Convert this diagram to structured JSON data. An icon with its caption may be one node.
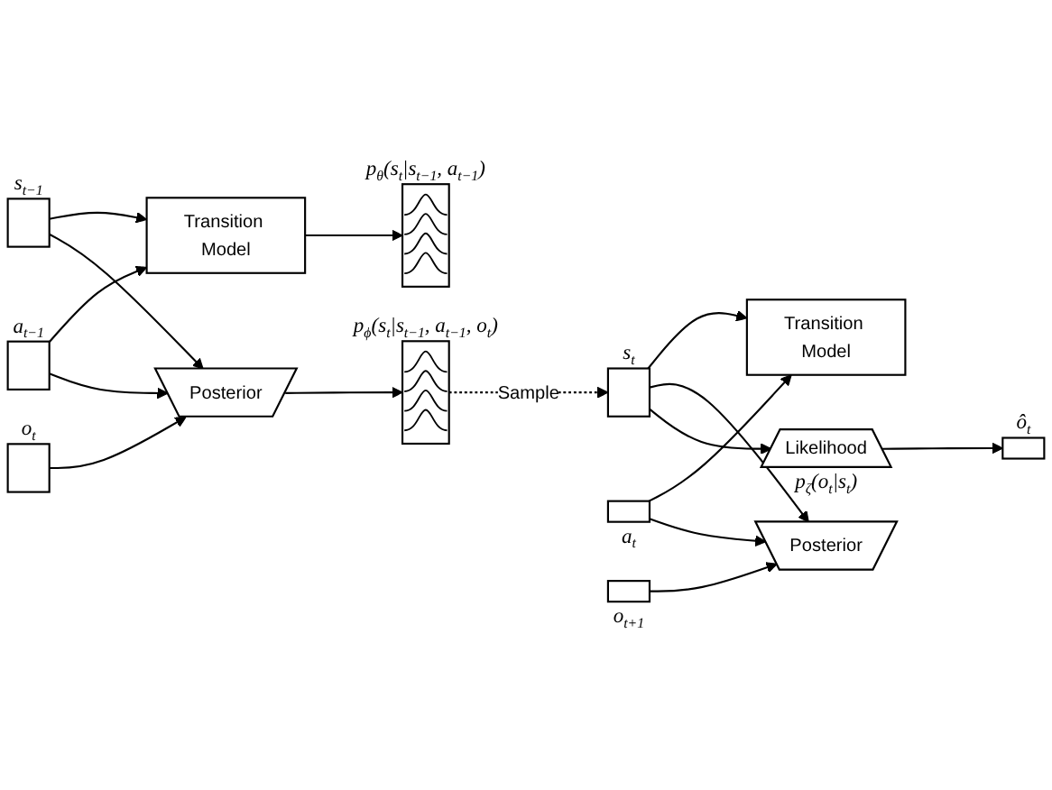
{
  "diagram": {
    "nodes": [
      {
        "text": [],
        "shape": "bar",
        "beside": [
          "s$_{t−1}$"
        ]
      },
      {
        "text": [],
        "shape": "bar",
        "beside": [
          "a$_{t−1}$"
        ]
      },
      {
        "text": [],
        "shape": "bar",
        "beside": [
          "o$_{t}$"
        ]
      },
      {
        "text": [
          "Transition Model"
        ]
      },
      {
        "text": [
          "Posterior"
        ]
      },
      {
        "text": [],
        "shape": "box",
        "beside": [
          "p$_{θ}$(s$_{t}$|s$_{t−1}$, a$_{t−1}$)"
        ]
      },
      {
        "text": [],
        "shape": "box",
        "beside": [
          "p$_{ϕ}$(s$_{t}$|s$_{t−1}$, a$_{t−1}$, o$_{t}$)"
        ]
      },
      {
        "text": [],
        "shape": "bar",
        "beside": [
          "s$_{t}$"
        ]
      },
      {
        "text": [
          "Transition Model"
        ]
      },
      {
        "text": [
          "Posterior"
        ]
      },
      {
        "text": [],
        "shape": "bar",
        "beside": [
          "a$_{t}$"
        ]
      },
      {
        "text": [],
        "shape": "bar",
        "beside": [
          "o$_{t+1}$"
        ]
      },
      {
        "text": [
          "Likelihood"
        ],
        "beside": [
          "p$_{ζ}$(o$_{t}$|s$_{t}$)"
        ]
      },
      {
        "text": [],
        "shape": "bar",
        "beside": [
          "ô$_{t}$"
        ]
      }
    ],
    "edges": [
      {
        "from": 0,
        "to": 3,
        "arrow": "to"
      },
      {
        "from": 0,
        "to": 4,
        "arrow": "to"
      },
      {
        "from": 1,
        "to": 3,
        "arrow": "to"
      },
      {
        "from": 1,
        "to": 4,
        "arrow": "to"
      },
      {
        "from": 2,
        "to": 4,
        "arrow": "to"
      },
      {
        "from": 3,
        "to": 5,
        "arrow": "to"
      },
      {
        "from": 4,
        "to": 6,
        "arrow": "to"
      },
      {
        "from": 6,
        "to": 7,
        "arrow": "to",
        "label": "Sample",
        "style": "dashed"
      },
      {
        "from": 7,
        "to": 8,
        "arrow": "to"
      },
      {
        "from": 7,
        "to": 9,
        "arrow": "to"
      },
      {
        "from": 7,
        "to": 12,
        "arrow": "to"
      },
      {
        "from": 10,
        "to": 8,
        "arrow": "to"
      },
      {
        "from": 10,
        "to": 9,
        "arrow": "to"
      },
      {
        "from": 11,
        "to": 9,
        "arrow": "to"
      },
      {
        "from": 12,
        "to": 13,
        "arrow": "to"
      }
    ]
  }
}
